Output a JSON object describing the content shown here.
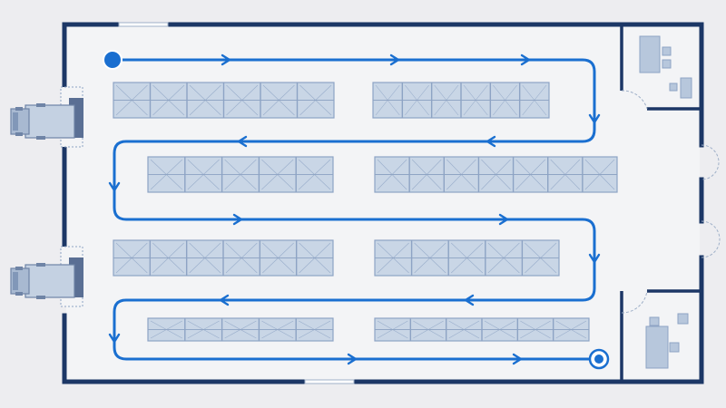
{
  "diagram": {
    "kind": "warehouse-floor-plan",
    "colors": {
      "background": "#ededf0",
      "floor": "#f3f4f6",
      "wall": "#1c3766",
      "route": "#1a6fd0",
      "rack_fill": "#c9d6e6",
      "rack_stroke": "#8da3c4",
      "furniture": "#b7c7dc"
    },
    "icons": [
      "start-point-icon",
      "end-point-icon",
      "truck-icon",
      "desk-icon",
      "chair-icon",
      "door-swing-icon"
    ],
    "elements": {
      "picking_route": "serpentine",
      "route_start": "top-left",
      "route_end": "bottom-right",
      "loading_docks": 2,
      "offices": 2,
      "rack_rows": 8,
      "rack_bays": [
        6,
        6,
        5,
        7,
        6,
        5,
        5,
        6
      ]
    }
  }
}
